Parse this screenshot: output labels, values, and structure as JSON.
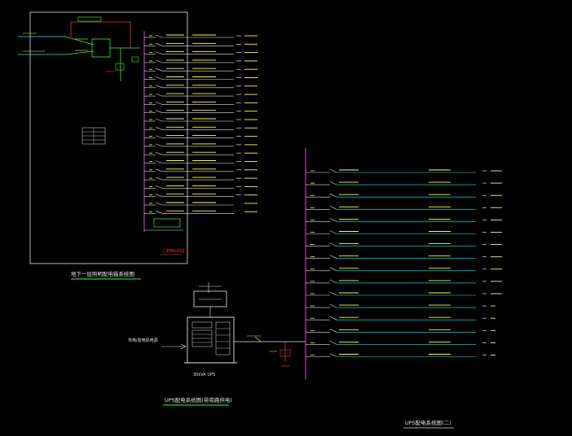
{
  "panel1": {
    "title": "地下一层照明配电箱系统图",
    "ref_label": "□EMA-002",
    "circuit_count": 22
  },
  "ups_section": {
    "title": "UPS配电系统图(带旁路供电)",
    "cabinet_caption": "30kVA UPS",
    "input_label": "市电/发电机电源"
  },
  "panel2": {
    "title": "UPS配电系统图(二)",
    "circuit_count": 16
  },
  "colors": {
    "background": "#000000",
    "frame": "#e6e6e6",
    "busbar": "#cc33cc",
    "breaker": "#e6e6e6",
    "feeder": "#00ffff",
    "device_text": "#ffff55",
    "accent_green": "#33ff33",
    "accent_red": "#ff3333",
    "title_underline": "#33ff33"
  }
}
